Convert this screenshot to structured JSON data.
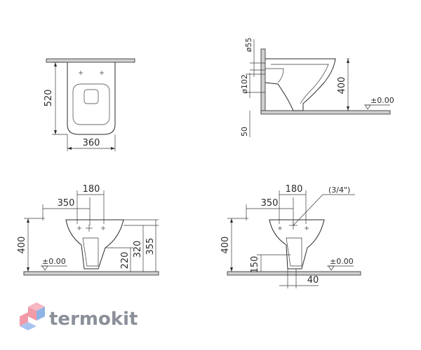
{
  "drawing": {
    "top_front": {
      "height_label": "520",
      "width_label": "360"
    },
    "top_side": {
      "pipe_label": "ø55",
      "outlet_label": "ø102",
      "height_label": "400",
      "zero_label": "±0.00",
      "floor_label": "50"
    },
    "bottom_left": {
      "dim_180": "180",
      "dim_350": "350",
      "dim_400": "400",
      "dim_220": "220",
      "dim_320": "320",
      "dim_355": "355",
      "zero_label": "±0.00"
    },
    "bottom_right": {
      "dim_180": "180",
      "thread_label": "(3/4\")",
      "dim_350": "350",
      "dim_400": "400",
      "dim_150": "150",
      "dim_40": "40",
      "zero_label": "±0.00"
    }
  },
  "brand": {
    "name": "termokit",
    "colors": {
      "pink": "#f39aa8",
      "blue": "#8fb3e6",
      "gray": "#8a8f99"
    }
  }
}
